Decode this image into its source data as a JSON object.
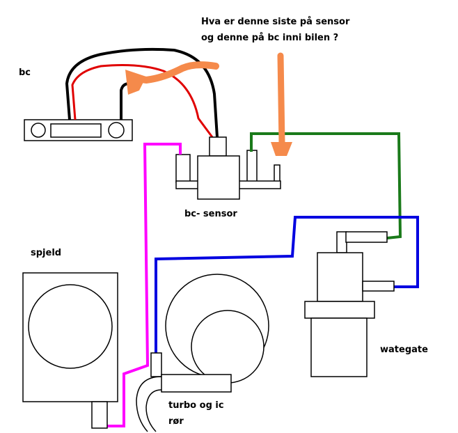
{
  "labels": {
    "question_line1": "Hva er denne siste på sensor",
    "question_line2": "og denne på bc inni bilen ?",
    "bc": "bc",
    "bc_sensor": "bc- sensor",
    "spjeld": "spjeld",
    "wategate": "wategate",
    "turbo_line1": "turbo og ic",
    "turbo_line2": "rør"
  },
  "colors": {
    "black_wire": "#000000",
    "red_wire": "#e00000",
    "green_hose": "#1a7a1a",
    "blue_hose": "#0000e0",
    "magenta_hose": "#ff00ff",
    "orange_arrow": "#f58a4b",
    "outline": "#000000",
    "background": "#ffffff"
  }
}
